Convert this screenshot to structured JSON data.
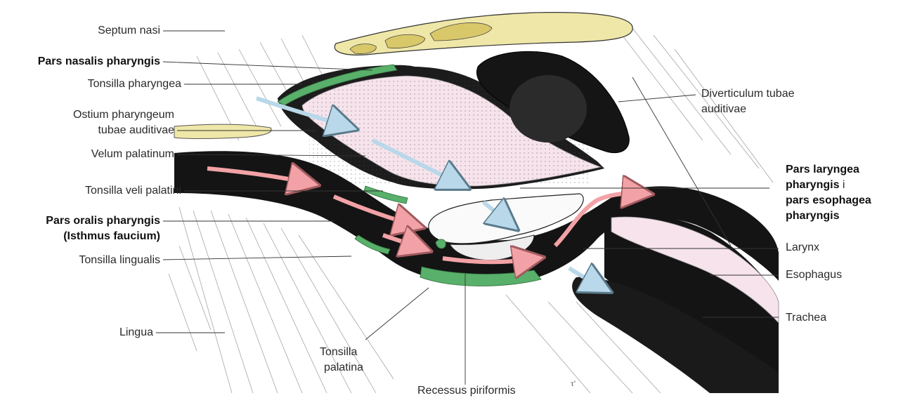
{
  "labels": {
    "septum_nasi": "Septum nasi",
    "pars_nasalis": "Pars nasalis pharyngis",
    "tonsilla_pharyngea": "Tonsilla pharyngea",
    "ostium_line1": "Ostium pharyngeum",
    "ostium_line2": "tubae auditivae",
    "velum_palatinum": "Velum palatinum",
    "tonsilla_veli": "Tonsilla veli palatini",
    "pars_oralis_line1": "Pars oralis pharyngis",
    "pars_oralis_line2": "(Isthmus faucium)",
    "tonsilla_lingualis": "Tonsilla lingualis",
    "lingua": "Lingua",
    "tonsilla_palatina_line1": "Tonsilla",
    "tonsilla_palatina_line2": "palatina",
    "recessus": "Recessus piriformis",
    "diverticulum_line1": "Diverticulum tubae",
    "diverticulum_line2": "auditivae",
    "pars_laryngea_line1": "Pars laryngea",
    "pars_laryngea_line2": "pharyngis",
    "pars_laryngea_conj": "i",
    "pars_laryngea_line3": "pars esophagea",
    "pars_laryngea_line4": "pharyngis",
    "larynx": "Larynx",
    "esophagus": "Esophagus",
    "trachea": "Trachea"
  },
  "colors": {
    "airway_arrow": "#b9d8ea",
    "food_arrow": "#f2a2a6",
    "tonsil_tissue": "#58b06a",
    "bone": "#efe7a8",
    "mucosa": "#f6e3ec",
    "lumen": "#151515"
  }
}
